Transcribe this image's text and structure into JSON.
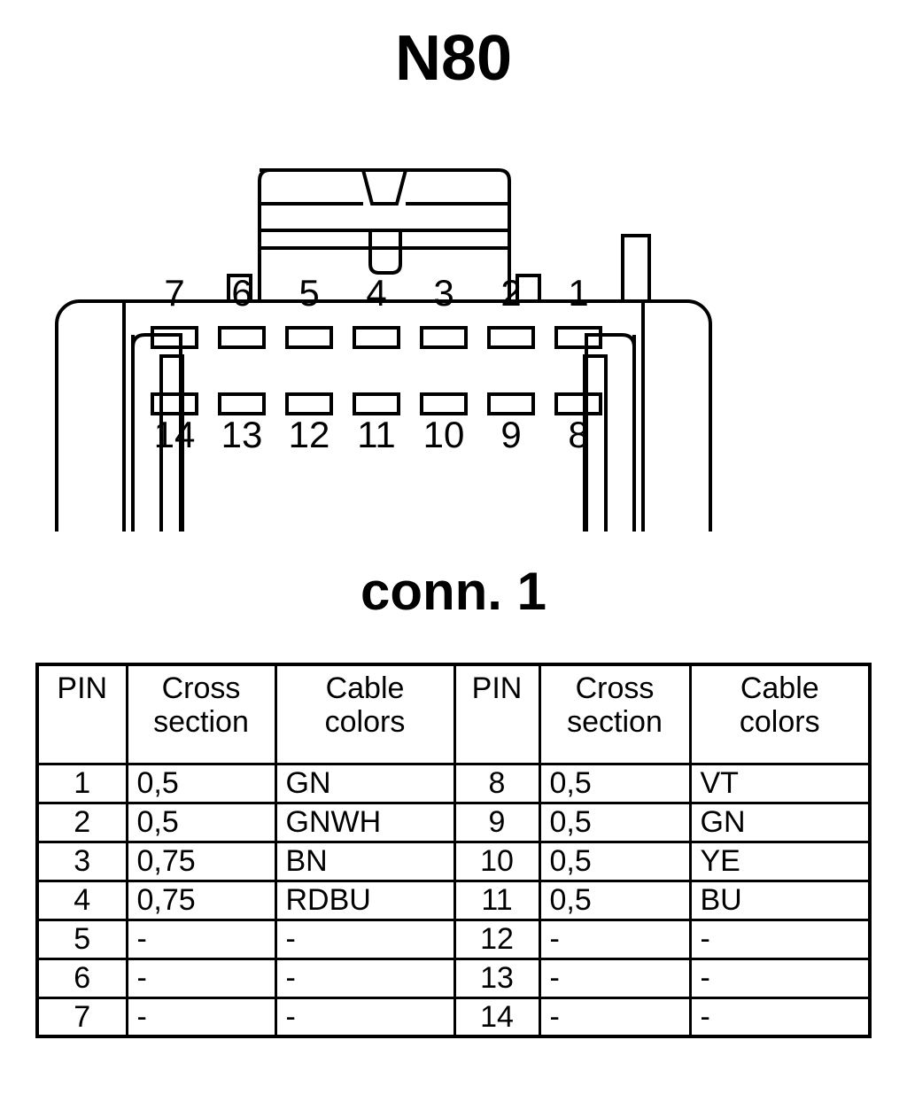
{
  "title": "N80",
  "connector_label": "conn. 1",
  "connector": {
    "type": "14-pin-automotive-connector",
    "top_row_pins": [
      "7",
      "6",
      "5",
      "4",
      "3",
      "2",
      "1"
    ],
    "bottom_row_pins": [
      "14",
      "13",
      "12",
      "11",
      "10",
      "9",
      "8"
    ],
    "pin_count": 14,
    "outline_color": "#000000",
    "fill_color": "#ffffff"
  },
  "table": {
    "headers": [
      "PIN",
      "Cross section",
      "Cable colors",
      "PIN",
      "Cross section",
      "Cable colors"
    ],
    "headers_wrapped": [
      {
        "line1": "PIN",
        "line2": ""
      },
      {
        "line1": "Cross",
        "line2": "section"
      },
      {
        "line1": "Cable",
        "line2": "colors"
      },
      {
        "line1": "PIN",
        "line2": ""
      },
      {
        "line1": "Cross",
        "line2": "section"
      },
      {
        "line1": "Cable",
        "line2": "colors"
      }
    ],
    "rows": [
      {
        "pin_l": "1",
        "cross_l": "0,5",
        "color_l": "GN",
        "pin_r": "8",
        "cross_r": "0,5",
        "color_r": "VT"
      },
      {
        "pin_l": "2",
        "cross_l": "0,5",
        "color_l": "GNWH",
        "pin_r": "9",
        "cross_r": "0,5",
        "color_r": "GN"
      },
      {
        "pin_l": "3",
        "cross_l": "0,75",
        "color_l": "BN",
        "pin_r": "10",
        "cross_r": "0,5",
        "color_r": "YE"
      },
      {
        "pin_l": "4",
        "cross_l": "0,75",
        "color_l": "RDBU",
        "pin_r": "11",
        "cross_r": "0,5",
        "color_r": "BU"
      },
      {
        "pin_l": "5",
        "cross_l": "-",
        "color_l": "-",
        "pin_r": "12",
        "cross_r": "-",
        "color_r": "-"
      },
      {
        "pin_l": "6",
        "cross_l": "-",
        "color_l": "-",
        "pin_r": "13",
        "cross_r": "-",
        "color_r": "-"
      },
      {
        "pin_l": "7",
        "cross_l": "-",
        "color_l": "-",
        "pin_r": "14",
        "cross_r": "-",
        "color_r": "-"
      }
    ]
  }
}
